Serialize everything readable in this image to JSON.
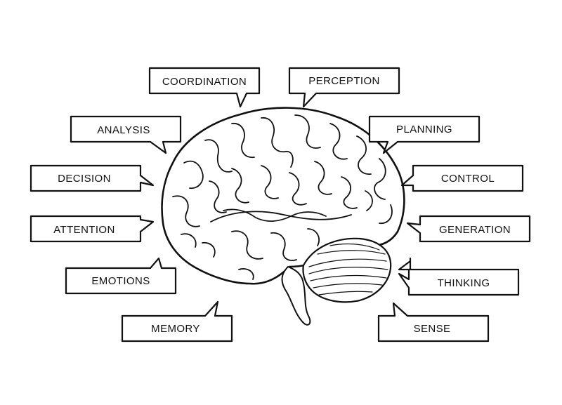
{
  "callouts": [
    {
      "id": "coordination",
      "label": "COORDINATION"
    },
    {
      "id": "perception",
      "label": "PERCEPTION"
    },
    {
      "id": "analysis",
      "label": "ANALYSIS"
    },
    {
      "id": "planning",
      "label": "PLANNING"
    },
    {
      "id": "decision",
      "label": "DECISION"
    },
    {
      "id": "control",
      "label": "CONTROL"
    },
    {
      "id": "attention",
      "label": "ATTENTION"
    },
    {
      "id": "generation",
      "label": "GENERATION"
    },
    {
      "id": "emotions",
      "label": "EMOTIONS"
    },
    {
      "id": "thinking",
      "label": "THINKING"
    },
    {
      "id": "memory",
      "label": "MEMORY"
    },
    {
      "id": "sense",
      "label": "SENSE"
    }
  ],
  "colors": {
    "stroke": "#111111",
    "background": "#ffffff"
  }
}
